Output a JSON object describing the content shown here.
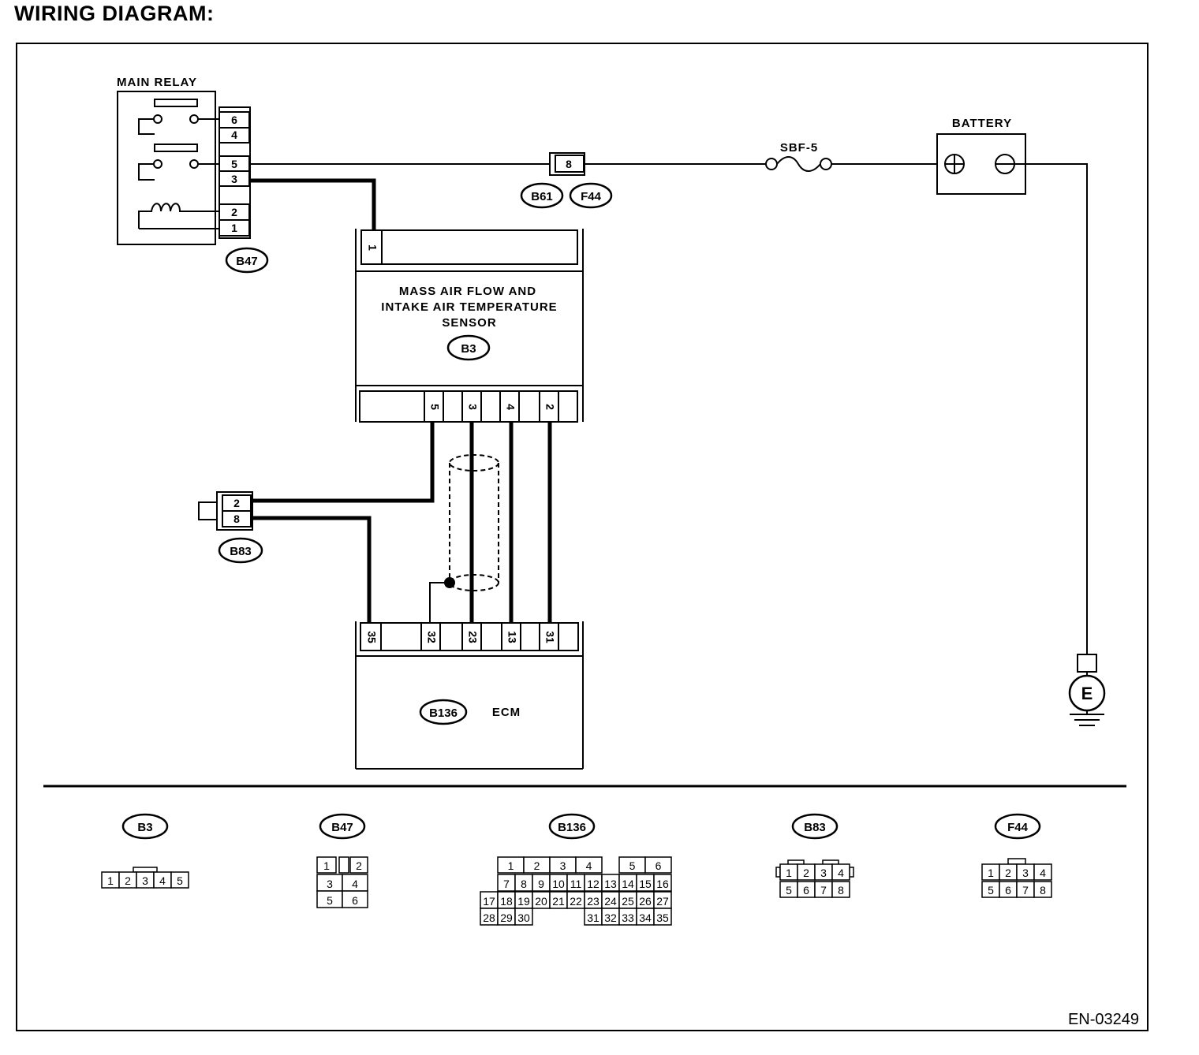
{
  "title": "WIRING DIAGRAM:",
  "figure_id": "EN-03249",
  "components": {
    "main_relay": "MAIN RELAY",
    "battery": "BATTERY",
    "fuse": "SBF-5",
    "maf_sensor_lines": [
      "MASS AIR FLOW AND",
      "INTAKE AIR TEMPERATURE",
      "SENSOR"
    ],
    "ecm": "ECM",
    "ground": "E"
  },
  "connector_tags": {
    "b47": "B47",
    "b61": "B61",
    "f44": "F44",
    "b3": "B3",
    "b83": "B83",
    "b136": "B136"
  },
  "pins": {
    "relay": [
      "6",
      "4",
      "5",
      "3",
      "2",
      "1"
    ],
    "b61": "8",
    "maf_top": "1",
    "maf_bottom": [
      "5",
      "3",
      "4",
      "2"
    ],
    "b83": [
      "2",
      "8"
    ],
    "ecm": [
      "35",
      "32",
      "23",
      "13",
      "31"
    ]
  },
  "connector_views": [
    {
      "tag": "B3",
      "rows": [
        [
          "1",
          "2",
          "3",
          "4",
          "5"
        ]
      ]
    },
    {
      "tag": "B47",
      "rows": [
        [
          "1",
          "",
          "2"
        ],
        [
          "3",
          "4"
        ],
        [
          "5",
          "6"
        ]
      ]
    },
    {
      "tag": "B136",
      "rows": [
        [
          "1",
          "2",
          "3",
          "4",
          "5",
          "6"
        ],
        [
          "7",
          "8",
          "9",
          "10",
          "11",
          "12",
          "13",
          "14",
          "15",
          "16"
        ],
        [
          "17",
          "18",
          "19",
          "20",
          "21",
          "22",
          "23",
          "24",
          "25",
          "26",
          "27"
        ],
        [
          "28",
          "29",
          "30",
          "31",
          "32",
          "33",
          "34",
          "35"
        ]
      ]
    },
    {
      "tag": "B83",
      "rows": [
        [
          "1",
          "2",
          "3",
          "4"
        ],
        [
          "5",
          "6",
          "7",
          "8"
        ]
      ]
    },
    {
      "tag": "F44",
      "rows": [
        [
          "1",
          "2",
          "3",
          "4"
        ],
        [
          "5",
          "6",
          "7",
          "8"
        ]
      ]
    }
  ]
}
